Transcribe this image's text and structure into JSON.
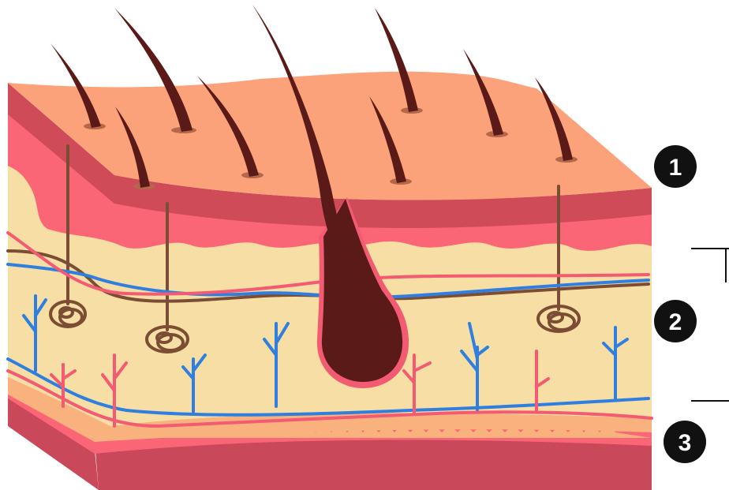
{
  "diagram": {
    "markers": [
      {
        "label": "1"
      },
      {
        "label": "2"
      },
      {
        "label": "3"
      }
    ]
  },
  "colors": {
    "background": "#ffffff",
    "epidermis_top": "#fca27a",
    "epidermis_dark": "#cf4b58",
    "epidermis_pink": "#fb6677",
    "dermis": "#f6dea4",
    "fat": "#f9b27d",
    "base_light": "#fb6677",
    "base_dark": "#c9485a",
    "hair": "#5a1b18",
    "hair_pore": "#b46849",
    "nerve": "#7b4d34",
    "vein": "#2f7fe0",
    "artery": "#f35b73",
    "marker_fill": "#111111",
    "marker_text": "#ffffff",
    "leader_line": "#111111"
  }
}
